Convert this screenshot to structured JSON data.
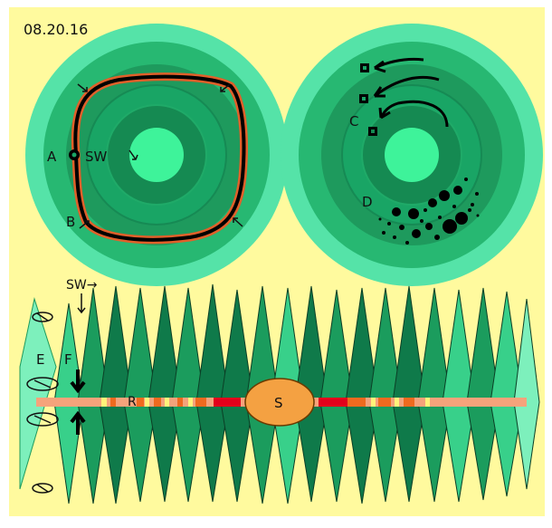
{
  "date": "08.20.16",
  "labels": {
    "A": "A",
    "SW": "SW",
    "B": "B",
    "C": "C",
    "D": "D",
    "SW_arrow": "SW→",
    "E": "E",
    "F": "F",
    "R": "R",
    "S": "S"
  },
  "colors": {
    "background": "#fffa9e",
    "disk_ring_1": "#55e3a8",
    "disk_ring_2": "#27b872",
    "disk_ring_3": "#1e9a5d",
    "disk_ring_4": "#19a565",
    "disk_ring_5": "#158a52",
    "core": "#3ef39a",
    "orbit_outline": "#000000",
    "orbit_glow": "#e0602a",
    "column_dark": "#0f7a4a",
    "column_mid": "#1b9c5d",
    "column_light": "#38d08a",
    "column_pale": "#7df0bc",
    "rod_light": "#f5a37b",
    "rod_orange": "#ef6a1f",
    "rod_red": "#e3001b",
    "rod_yellow": "#fff27a",
    "sun": "#f4a142"
  }
}
